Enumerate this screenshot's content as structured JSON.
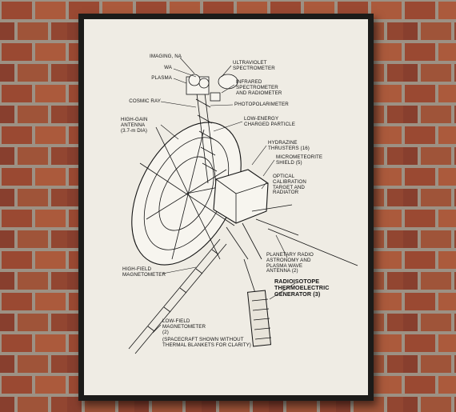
{
  "poster": {
    "labels": {
      "imaging_na": "IMAGING, NA",
      "wa": "WA",
      "plasma": "PLASMA",
      "cosmic_ray": "COSMIC RAY",
      "high_gain_antenna": "HIGH-GAIN\nANTENNA\n(3.7-m DIA)",
      "high_field_magnetometer": "HIGH-FIELD\nMAGNETOMETER",
      "low_field_magnetometer": "LOW-FIELD\nMAGNETOMETER\n(2)",
      "uv_spectrometer": "ULTRAVIOLET\nSPECTROMETER",
      "ir_spectrometer": "INFRARED\nSPECTROMETER\nAND RADIOMETER",
      "photopolarimeter": "PHOTOPOLARIMETER",
      "low_energy": "LOW-ENERGY\nCHARGED PARTICLE",
      "hydrazine": "HYDRAZINE\nTHRUSTERS (16)",
      "micrometeorite": "MICROMETEORITE\nSHIELD (5)",
      "optical_calibration": "OPTICAL\nCALIBRATION\nTARGET AND\nRADIATOR",
      "planetary_radio": "PLANETARY RADIO\nASTRONOMY AND\nPLASMA WAVE\nANTENNA (2)",
      "rtg": "RADIOISOTOPE\nTHERMOELECTRIC\nGENERATOR (3)",
      "caption": "(SPACECRAFT SHOWN WITHOUT\nTHERMAL BLANKETS FOR CLARITY)"
    }
  },
  "colors": {
    "mortar": "#a59c8e",
    "brick": "#a24e35",
    "frame": "#1c1b19",
    "paper": "#efece4",
    "ink": "#151515"
  }
}
